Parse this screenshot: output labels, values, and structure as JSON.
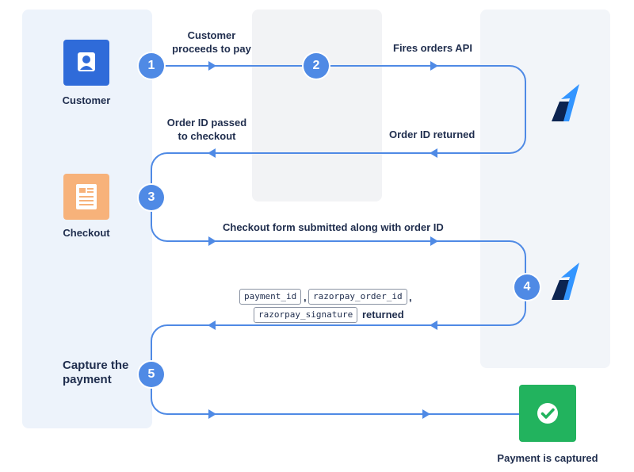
{
  "actors": {
    "customer": "Customer",
    "checkout": "Checkout",
    "capture": "Capture the payment",
    "captured": "Payment is captured"
  },
  "steps": [
    "1",
    "2",
    "3",
    "4",
    "5"
  ],
  "flow_labels": {
    "customer_proceeds": "Customer proceeds to pay",
    "fires_orders_api": "Fires orders API",
    "order_id_returned": "Order ID returned",
    "order_id_passed": "Order ID passed to checkout",
    "checkout_submitted": "Checkout form submitted along with order ID",
    "returned": "returned"
  },
  "returned_fields": [
    "payment_id",
    "razorpay_order_id",
    "razorpay_signature"
  ],
  "icons": {
    "customer": "user-icon",
    "checkout": "form-icon",
    "gateway": "razorpay-logo",
    "captured": "checkmark-icon"
  },
  "colors": {
    "flow": "#4f8ae5",
    "customer_tile": "#2f6bd9",
    "checkout_tile": "#f7b27a",
    "captured_tile": "#22b35e",
    "logo_dark": "#0c2451",
    "logo_blue": "#3395ff"
  }
}
